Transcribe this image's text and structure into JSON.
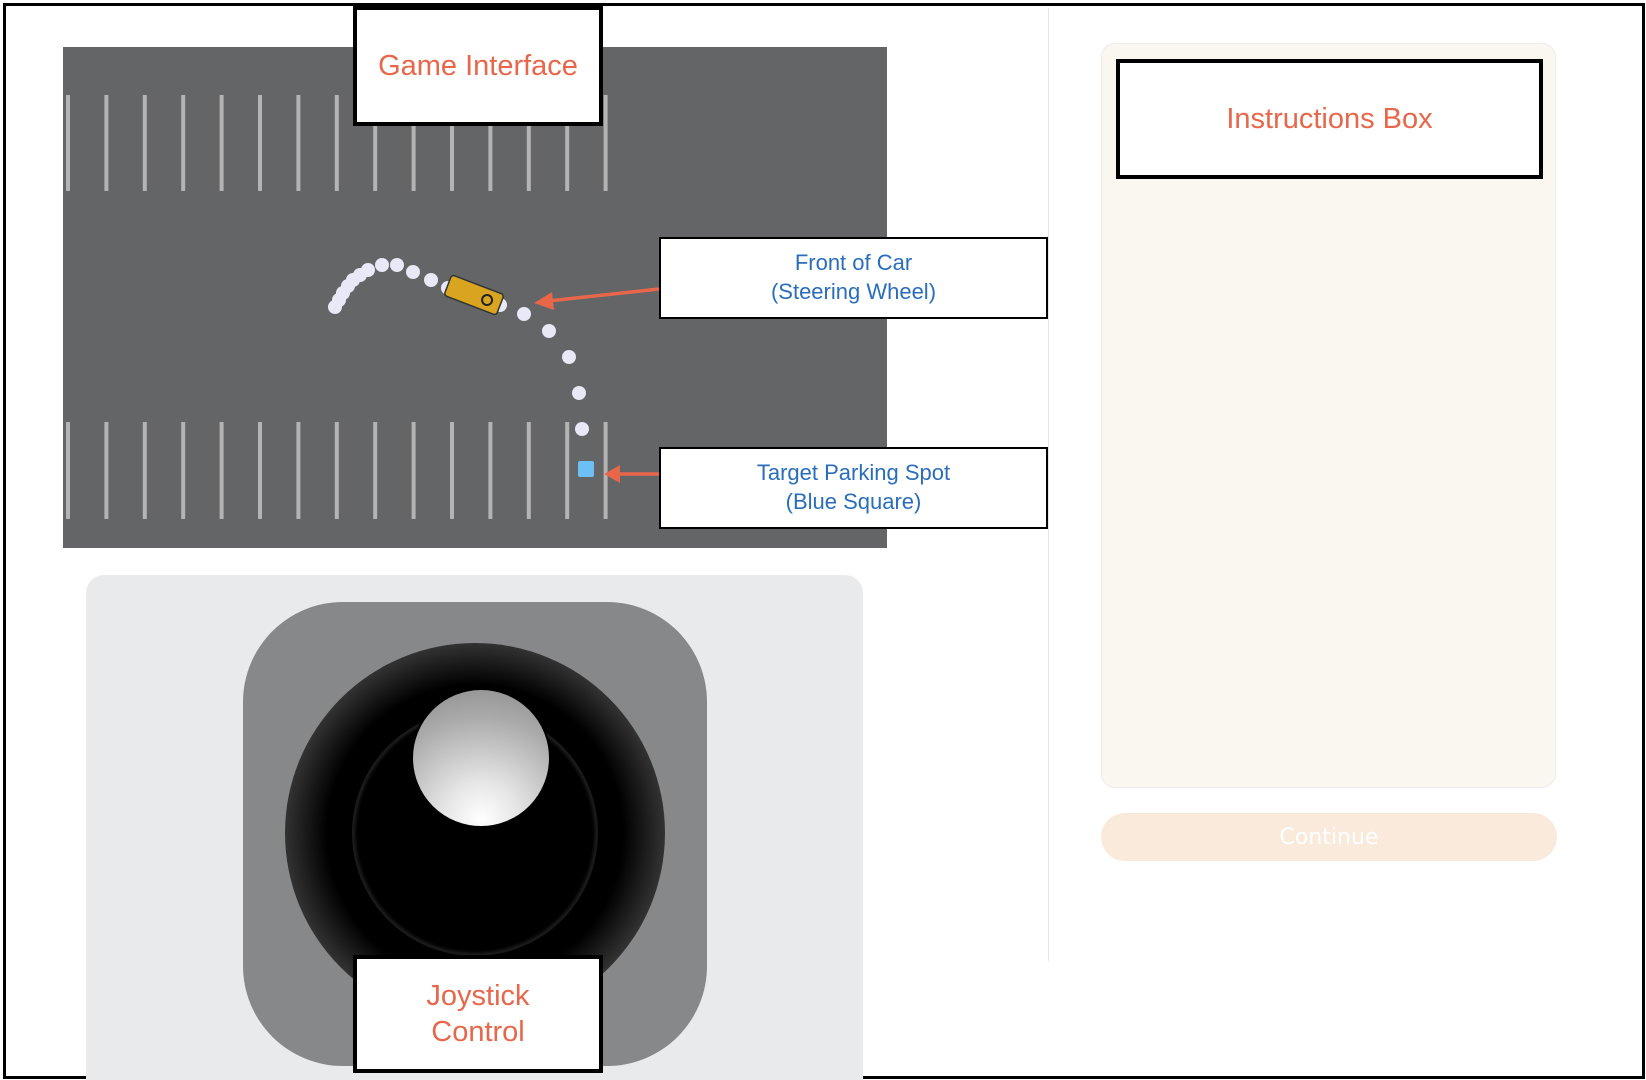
{
  "labels": {
    "game_interface": "Game Interface",
    "instructions_box": "Instructions Box",
    "joystick_line1": "Joystick",
    "joystick_line2": "Control"
  },
  "annotations": {
    "front_of_car_line1": "Front of Car",
    "front_of_car_line2": "(Steering Wheel)",
    "target_line1": "Target Parking Spot",
    "target_line2": "(Blue Square)"
  },
  "buttons": {
    "continue": "Continue"
  },
  "colors": {
    "label_text": "#e8664a",
    "annotation_text": "#2a6ebb",
    "target": "#6cc0f5",
    "car": "#d9a520",
    "arrow": "#e8664a"
  }
}
